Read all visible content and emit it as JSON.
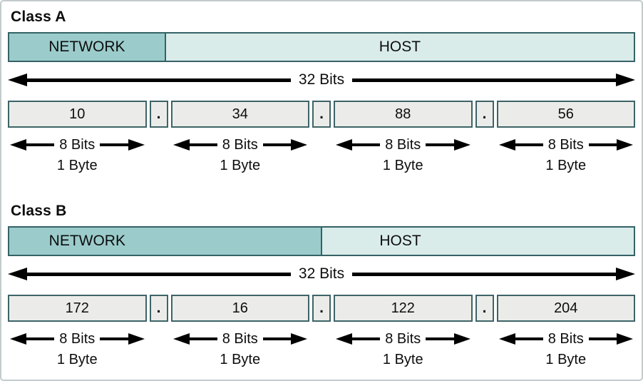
{
  "octet_separator": ".",
  "colors": {
    "network_fill": "#9bcccb",
    "host_fill": "#d9ecea",
    "bar_border": "#356266",
    "octet_fill": "#ebece9",
    "octet_border": "#3d6468",
    "arrow_color": "#000000",
    "canvas_border": "#c2cbcb"
  },
  "sections": [
    {
      "title": "Class A",
      "network_label": "NETWORK",
      "host_label": "HOST",
      "total_bits_label": "32 Bits",
      "octets": [
        "10",
        "34",
        "88",
        "56"
      ],
      "per_octet_bits_label": "8 Bits",
      "per_octet_byte_label": "1 Byte",
      "network_octets": 1,
      "host_octets": 3
    },
    {
      "title": "Class B",
      "network_label": "NETWORK",
      "host_label": "HOST",
      "total_bits_label": "32 Bits",
      "octets": [
        "172",
        "16",
        "122",
        "204"
      ],
      "per_octet_bits_label": "8 Bits",
      "per_octet_byte_label": "1 Byte",
      "network_octets": 2,
      "host_octets": 2
    }
  ]
}
